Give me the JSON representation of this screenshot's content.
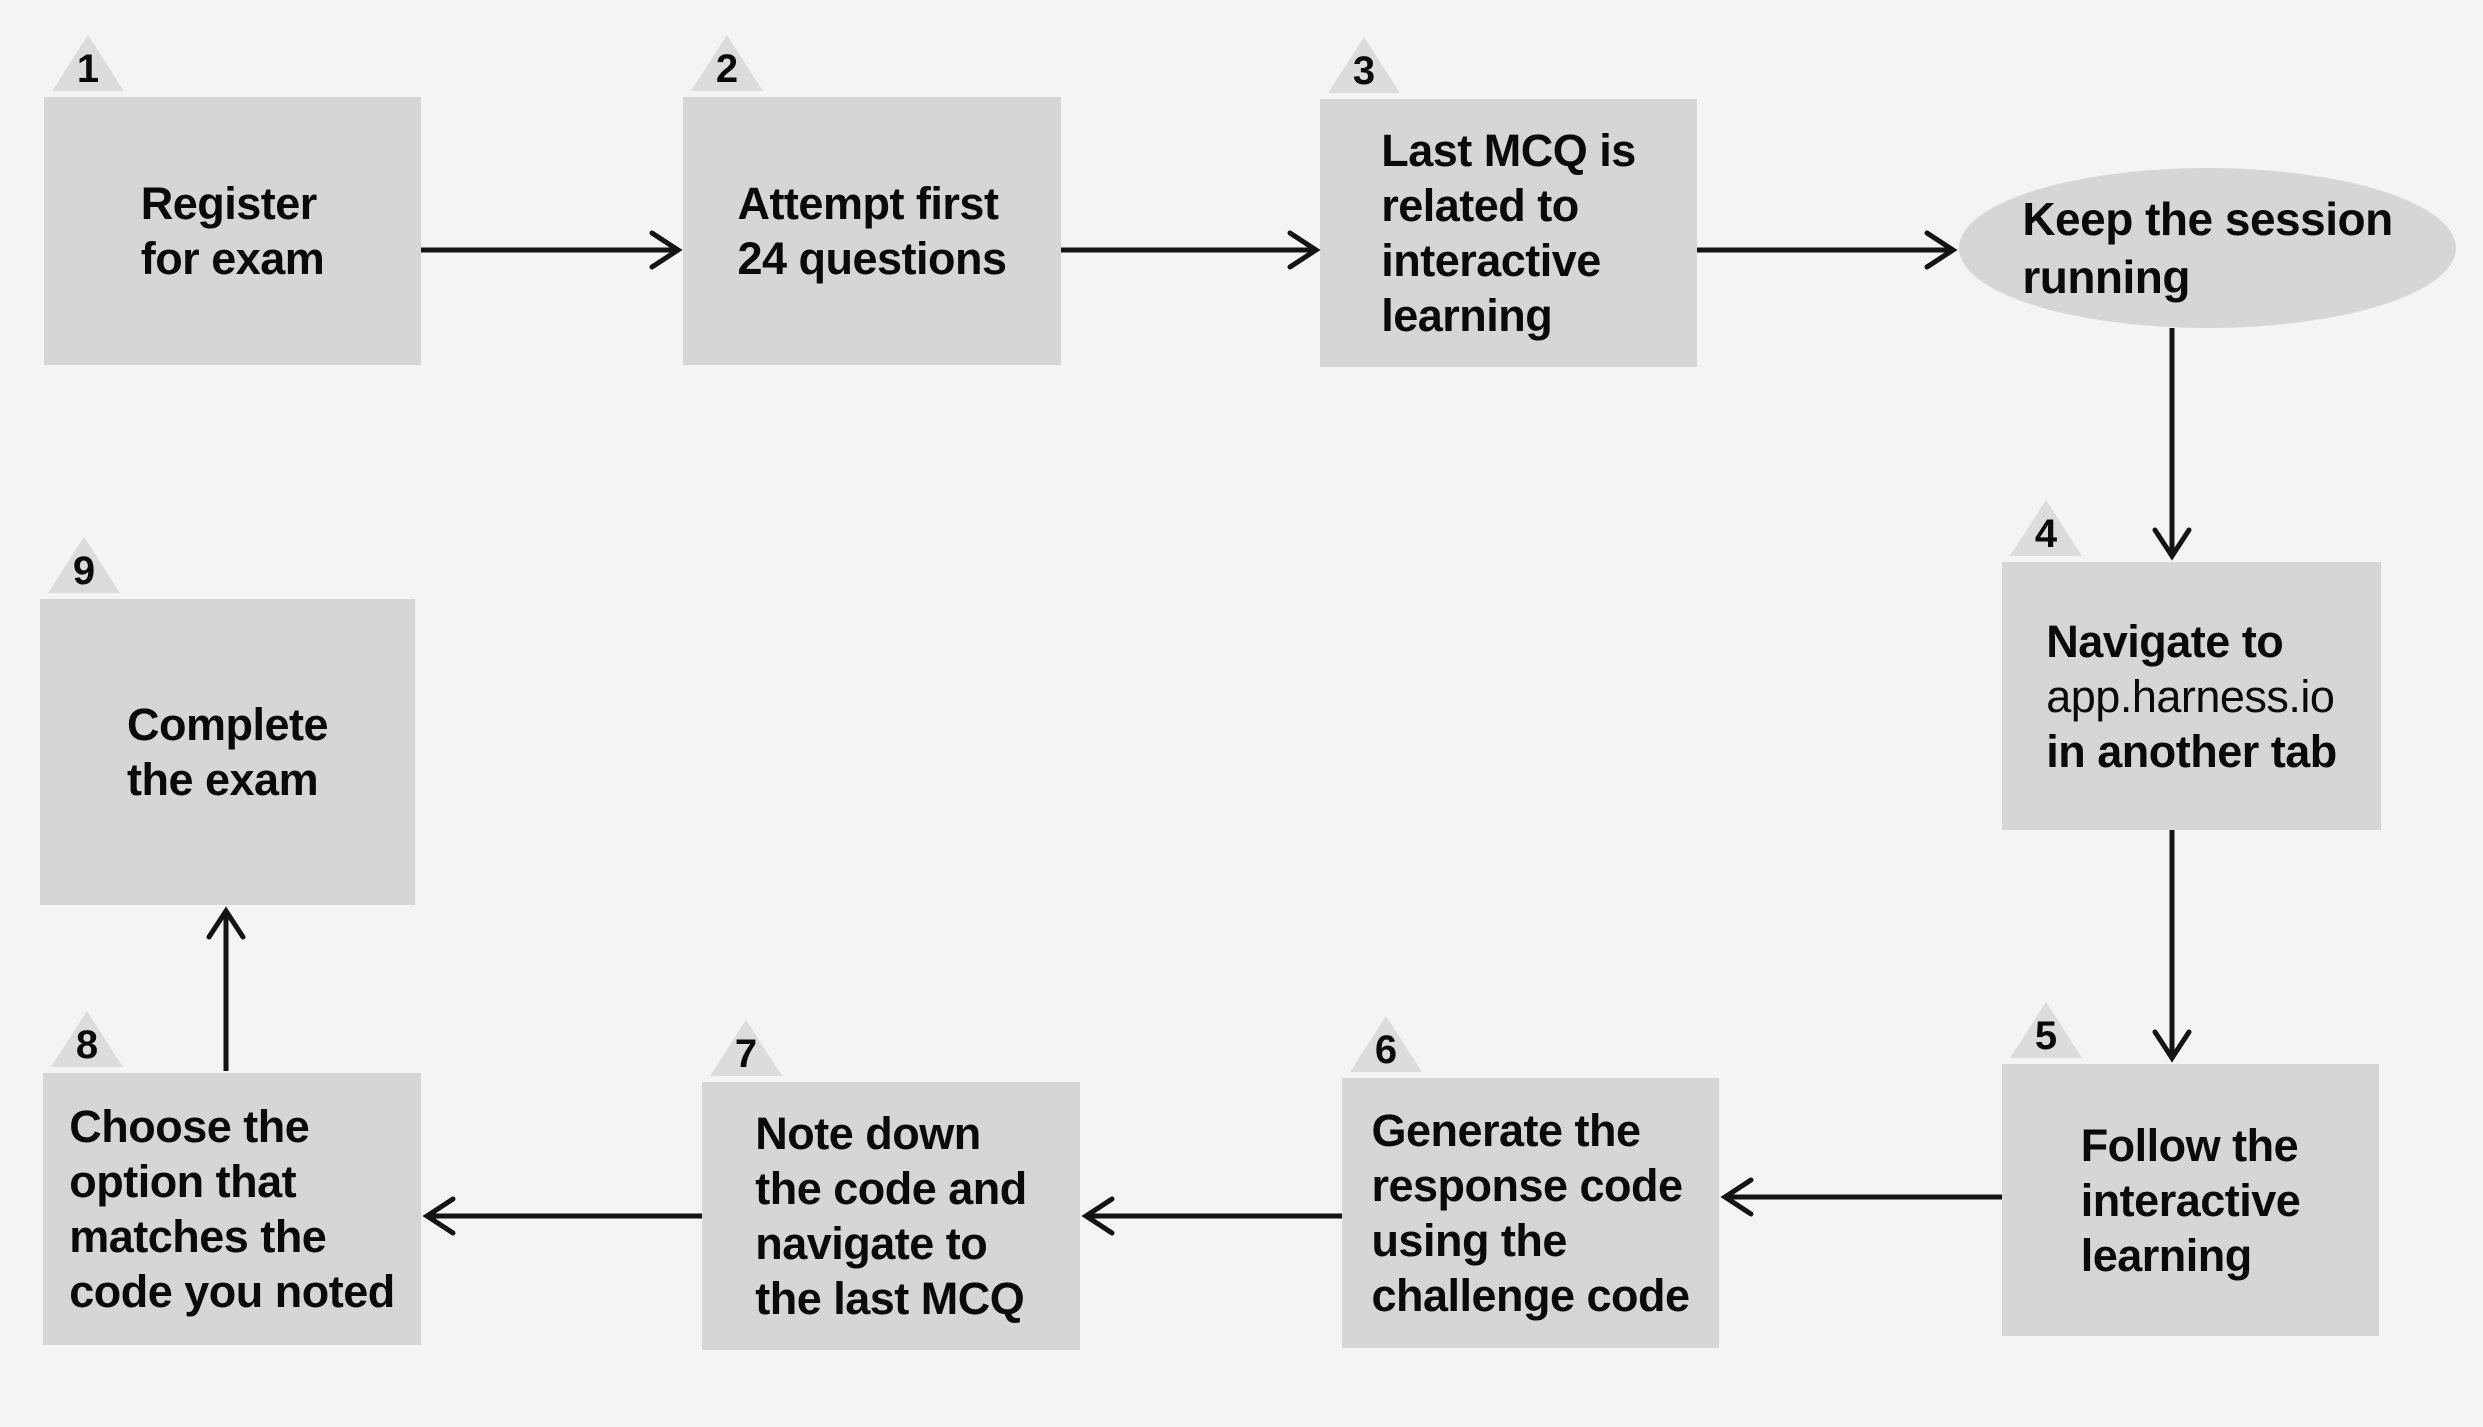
{
  "theme": {
    "background": "#f4f4f2",
    "node": "#d6d6d4",
    "marker": "#dcdcda",
    "text": "#0a0a0a",
    "arrow": "#141414"
  },
  "diagram": {
    "type": "flowchart",
    "nodes": [
      {
        "step": "1",
        "shape": "rect",
        "name": "register-for-exam",
        "lines": [
          "Register",
          "for exam"
        ]
      },
      {
        "step": "2",
        "shape": "rect",
        "name": "attempt-first-24-questions",
        "lines": [
          "Attempt first",
          "24 questions"
        ]
      },
      {
        "step": "3",
        "shape": "rect",
        "name": "last-mcq-interactive-learning",
        "lines": [
          "Last MCQ is",
          "related to",
          "interactive",
          "learning"
        ]
      },
      {
        "step": "",
        "shape": "ellipse",
        "name": "keep-session-running",
        "lines": [
          "Keep the session",
          "running"
        ]
      },
      {
        "step": "4",
        "shape": "rect",
        "name": "navigate-to-app-harness-io",
        "lines": [
          "Navigate to",
          "app.harness.io",
          "in another tab"
        ]
      },
      {
        "step": "5",
        "shape": "rect",
        "name": "follow-interactive-learning",
        "lines": [
          "Follow the",
          "interactive",
          "learning"
        ]
      },
      {
        "step": "6",
        "shape": "rect",
        "name": "generate-response-code",
        "lines": [
          "Generate the",
          "response code",
          "using the",
          "challenge code"
        ]
      },
      {
        "step": "7",
        "shape": "rect",
        "name": "note-down-code-navigate",
        "lines": [
          "Note down",
          "the code and",
          "navigate to",
          "the last MCQ"
        ]
      },
      {
        "step": "8",
        "shape": "rect",
        "name": "choose-matching-option",
        "lines": [
          "Choose the",
          "option that",
          "matches the",
          "code you noted"
        ]
      },
      {
        "step": "9",
        "shape": "rect",
        "name": "complete-the-exam",
        "lines": [
          "Complete",
          "the exam"
        ]
      }
    ],
    "edges": [
      {
        "from": "register-for-exam",
        "to": "attempt-first-24-questions"
      },
      {
        "from": "attempt-first-24-questions",
        "to": "last-mcq-interactive-learning"
      },
      {
        "from": "last-mcq-interactive-learning",
        "to": "keep-session-running"
      },
      {
        "from": "keep-session-running",
        "to": "navigate-to-app-harness-io"
      },
      {
        "from": "navigate-to-app-harness-io",
        "to": "follow-interactive-learning"
      },
      {
        "from": "follow-interactive-learning",
        "to": "generate-response-code"
      },
      {
        "from": "generate-response-code",
        "to": "note-down-code-navigate"
      },
      {
        "from": "note-down-code-navigate",
        "to": "choose-matching-option"
      },
      {
        "from": "choose-matching-option",
        "to": "complete-the-exam"
      }
    ]
  }
}
